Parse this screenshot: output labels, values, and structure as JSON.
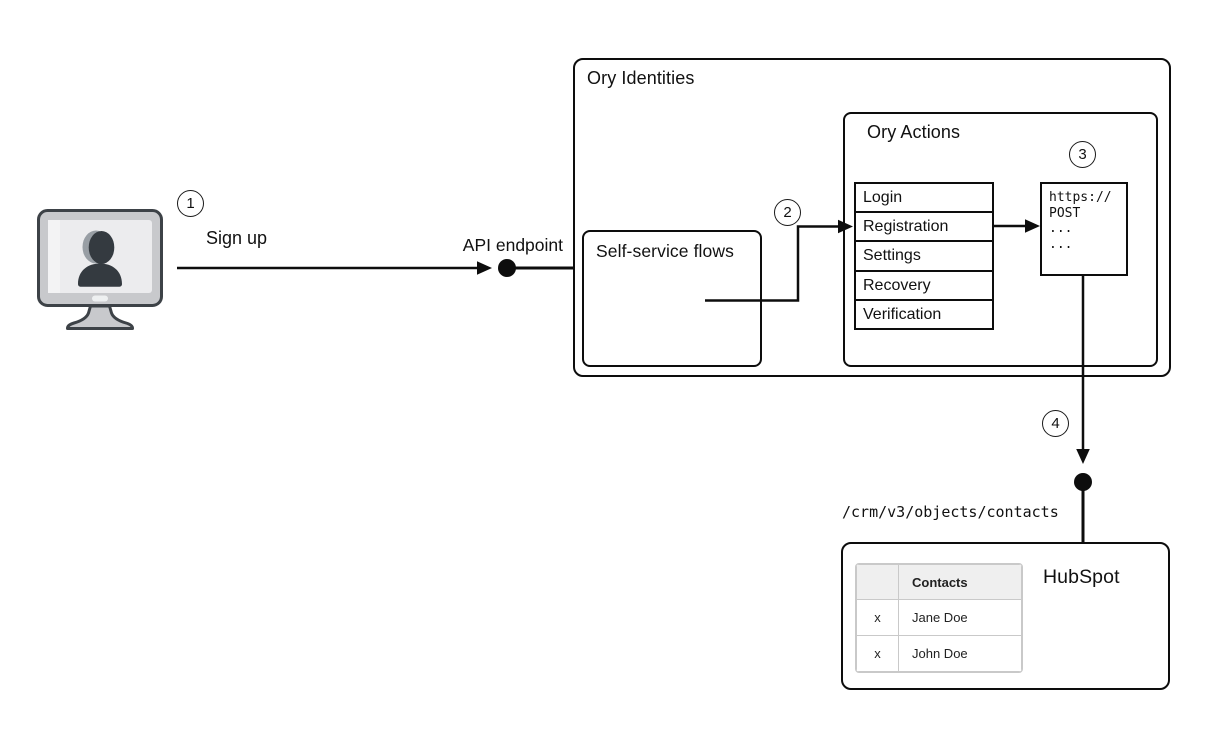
{
  "steps": {
    "s1": "1",
    "s2": "2",
    "s3": "3",
    "s4": "4"
  },
  "labels": {
    "sign_up": "Sign up",
    "api_endpoint": "API endpoint",
    "crm_path": "/crm/v3/objects/contacts"
  },
  "ory_identities": {
    "title": "Ory Identities"
  },
  "self_service_flows": {
    "title": "Self-service flows"
  },
  "ory_actions": {
    "title": "Ory Actions",
    "items": [
      "Login",
      "Registration",
      "Settings",
      "Recovery",
      "Verification"
    ]
  },
  "webhook_request": {
    "lines": [
      "https://",
      "POST",
      "...",
      "..."
    ]
  },
  "hubspot": {
    "title": "HubSpot",
    "contacts_table": {
      "header": "Contacts",
      "rows": [
        {
          "mark": "x",
          "name": "Jane Doe"
        },
        {
          "mark": "x",
          "name": "John Doe"
        }
      ]
    }
  },
  "colors": {
    "line": "#0d0d0d",
    "table_border": "#c9c9c9",
    "table_header_bg": "#efefef",
    "monitor_frame": "#c8c9cc",
    "monitor_outline": "#3d4247",
    "monitor_screen": "#ececee",
    "silhouette": "#343a40"
  }
}
